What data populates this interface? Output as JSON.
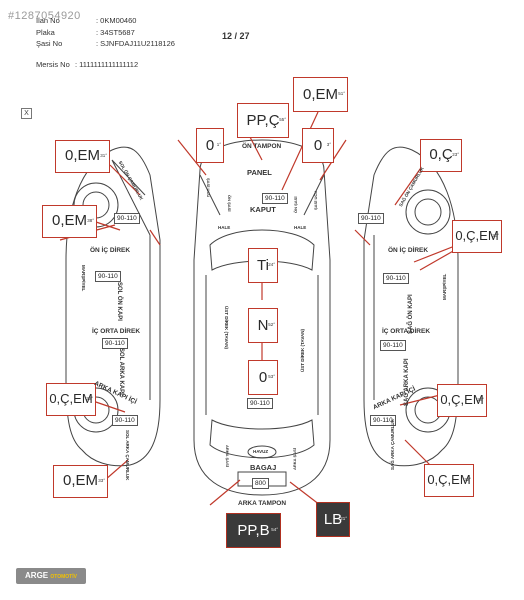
{
  "watermark": "#1287054920",
  "info": {
    "ilan_no_label": "İlan No",
    "ilan_no_value": ": 0KM00460",
    "plaka_label": "Plaka",
    "plaka_value": ": 34ST5687",
    "sasi_label": "Şasi No",
    "sasi_value": ": SJNFDAJ11U2118126",
    "mersis_label": "Mersis No",
    "mersis_value": ": 1111111111111112"
  },
  "page_indicator": "12 / 27",
  "close_label": "X",
  "tags": [
    {
      "id": "sol-camurluk-on",
      "text": "0,EM",
      "deg": "31°"
    },
    {
      "id": "sol-on-kapi",
      "text": "0,EM",
      "deg": "38°"
    },
    {
      "id": "sol-arka-kapi",
      "text": "0,Ç,EM",
      "deg": "33°"
    },
    {
      "id": "sol-arka-camurluk",
      "text": "0,EM",
      "deg": "33°"
    },
    {
      "id": "on-sol-camurluk",
      "text": "0",
      "deg": "1°"
    },
    {
      "id": "on-tampon",
      "text": "PP,Ç",
      "deg": "55°"
    },
    {
      "id": "kaput",
      "text": "0,EM",
      "deg": "51°"
    },
    {
      "id": "on-sag-camurluk",
      "text": "0",
      "deg": "3°"
    },
    {
      "id": "tavan",
      "text": "Ti",
      "deg": "24°"
    },
    {
      "id": "tavan-orta",
      "text": "N",
      "deg": "52°"
    },
    {
      "id": "bagaj",
      "text": "0",
      "deg": "53°"
    },
    {
      "id": "arka-tampon",
      "text": "PP,B",
      "deg": "54°"
    },
    {
      "id": "bagaj-havuz",
      "text": "LB",
      "deg": "21°"
    },
    {
      "id": "sag-camurluk-on",
      "text": "0,Ç",
      "deg": "23°"
    },
    {
      "id": "sag-on-kapi",
      "text": "0,Ç,EM",
      "deg": "20°"
    },
    {
      "id": "sag-arka-kapi",
      "text": "0,Ç,EM",
      "deg": "29°"
    },
    {
      "id": "sag-arka-camurluk",
      "text": "0,Ç,EM",
      "deg": "32°"
    }
  ],
  "ranges": {
    "sol_camurluk": "90-110",
    "sol_on_kapi": "90-110",
    "sol_arka_kapi": "90-110",
    "sol_arka_camurluk": "90-110",
    "kaput": "90-110",
    "bagaj": "90-110",
    "arka": "800",
    "sag_camurluk": "90-110",
    "sag_on_kapi": "90-110",
    "sag_arka_kapi": "90-110",
    "sag_arka_camurluk": "90-110"
  },
  "labels": {
    "on_tampon": "ÖN TAMPON",
    "panel": "PANEL",
    "kaput": "KAPUT",
    "arka_tampon": "ARKA TAMPON",
    "bagaj": "BAGAJ",
    "havuz": "HAVUZ",
    "sol_on_ic_direk": "ÖN İÇ DİREK",
    "sag_on_ic_direk": "ÖN İÇ DİREK",
    "sol_ic_orta_direk": "İÇ ORTA DİREK",
    "sag_ic_orta_direk": "İÇ ORTA DİREK",
    "sol_arka_kapi_ici": "ARKA KAPI İÇİ",
    "sag_arka_kapi_ici": "ARKA KAPI İÇİ",
    "sol_on_kapi": "SOL ÖN KAPI",
    "sol_arka_kapi": "SOL ARKA KAPI",
    "sag_on_kapi": "SAĞ ÖN KAPI",
    "sag_arka_kapi": "SAĞ ARKA KAPI",
    "sol_camurluk": "SOL ÖN ÇAMURLUK",
    "sag_camurluk": "SAĞ ÖN ÇAMURLUK",
    "sol_arka_camurluk": "SOL ARKA ÇAMURLUK",
    "sag_arka_camurluk": "SAĞ ARKA ÇAMURLUK",
    "marspiyel_sol": "MARŞPİYEL",
    "marspiyel_sag": "MARŞPİYEL",
    "on_sasi_sol": "ŞASİ UCU",
    "on_sasi_sag": "ŞASİ UCU",
    "arka_sasi_sol": "ARKA ŞASİ",
    "arka_sasi_sag": "ARKA ŞASİ",
    "ust_direk_sol": "ÜST DİREK (TAVAN)",
    "ust_direk_sag": "ÜST DİREK (TAVAN)",
    "hale_sol": "HALE",
    "hale_sag": "HALE",
    "on_sasi_mid_left": "ÖN ŞASİ",
    "on_sasi_mid_right": "ÖN ŞASİ"
  },
  "footer": {
    "logo": "ARGE",
    "logo_sub": "OTOMOTİV"
  }
}
